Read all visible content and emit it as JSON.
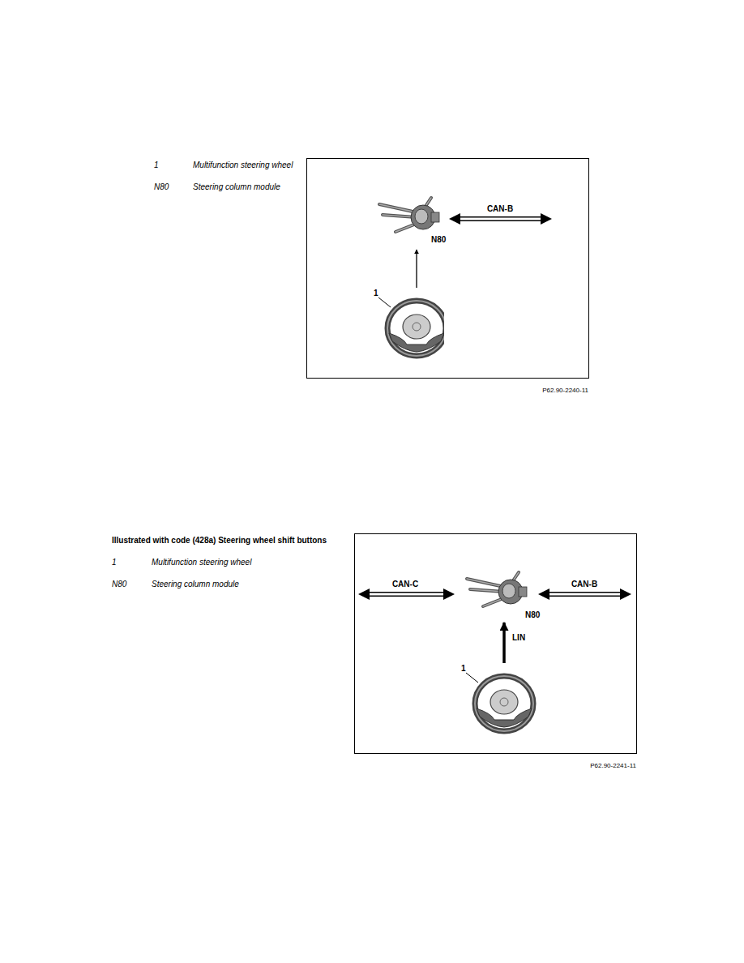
{
  "diagram": {
    "nodes": [
      {
        "text": [
          "N80"
        ]
      },
      {
        "text": [
          "1"
        ]
      },
      {
        "text": [
          "N80"
        ]
      },
      {
        "text": [
          "1"
        ]
      }
    ],
    "edges": [
      {
        "from": 1,
        "to": 0,
        "arrow": "to"
      },
      {
        "from": 3,
        "to": 2,
        "label": "LIN",
        "arrow": "to"
      }
    ],
    "labels": [
      "1",
      "Multifunction steering wheel",
      "N80",
      "Steering column module",
      "CAN-B",
      "P62.90-2240-11",
      "Illustrated with code (428a) Steering wheel shift buttons",
      "1",
      "Multifunction steering wheel",
      "N80",
      "Steering column module",
      "CAN-C",
      "CAN-B",
      "P62.90-2241-11"
    ]
  }
}
